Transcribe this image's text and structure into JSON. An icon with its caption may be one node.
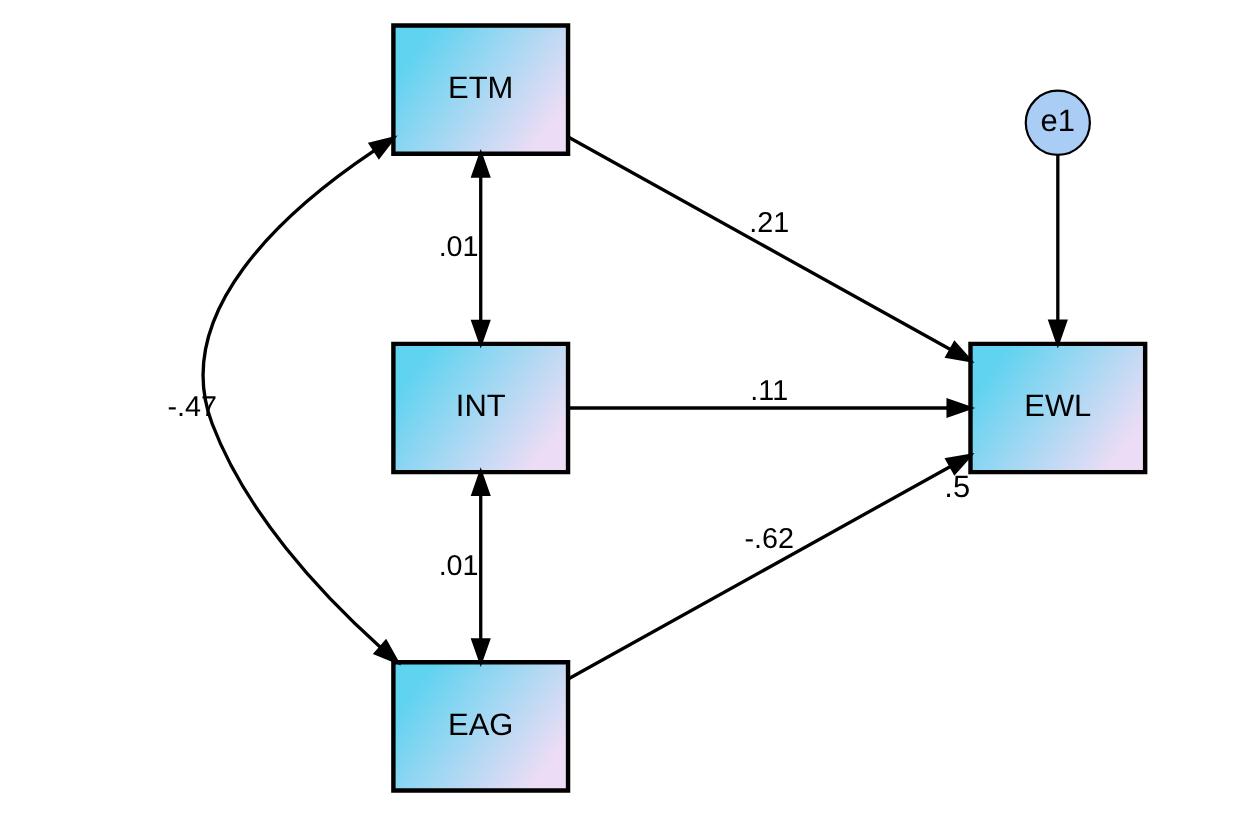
{
  "diagram": {
    "nodes": [
      {
        "text": [
          "ETM"
        ]
      },
      {
        "text": [
          "INT"
        ]
      },
      {
        "text": [
          "EAG"
        ]
      },
      {
        "text": [
          "EWL"
        ],
        "beside": [
          ".5"
        ]
      },
      {
        "text": [
          "e1"
        ]
      }
    ],
    "edges": [
      {
        "from": 0,
        "to": 3,
        "arrow": "to",
        "label": ".21"
      },
      {
        "from": 1,
        "to": 3,
        "arrow": "to",
        "label": ".11"
      },
      {
        "from": 2,
        "to": 3,
        "arrow": "to",
        "label": "-.62"
      },
      {
        "from": 4,
        "to": 3,
        "arrow": "to"
      },
      {
        "from": 0,
        "to": 1,
        "arrow": "both",
        "label": ".01"
      },
      {
        "from": 1,
        "to": 2,
        "arrow": "both",
        "label": ".01"
      },
      {
        "from": 0,
        "to": 2,
        "arrow": "both",
        "label": "-.47"
      }
    ]
  }
}
